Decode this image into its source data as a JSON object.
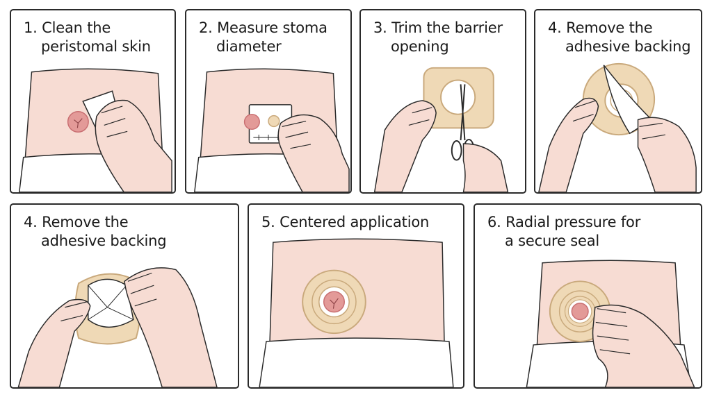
{
  "panels": [
    {
      "number": "1.",
      "title_line1": "Clean the",
      "title_line2": "peristomal skin"
    },
    {
      "number": "2.",
      "title_line1": "Measure stoma",
      "title_line2": "diameter"
    },
    {
      "number": "3.",
      "title_line1": "Trim the barrier",
      "title_line2": "opening"
    },
    {
      "number": "4.",
      "title_line1": "Remove the",
      "title_line2": "adhesive backing"
    },
    {
      "number": "4.",
      "title_line1": "Remove the",
      "title_line2": "adhesive backing"
    },
    {
      "number": "5.",
      "title_line1": "Centered application",
      "title_line2": ""
    },
    {
      "number": "6.",
      "title_line1": "Radial pressure for",
      "title_line2": "a secure seal"
    }
  ],
  "colors": {
    "skin": "#f7dcd3",
    "skin_shade": "#efc7bb",
    "stoma": "#e39a98",
    "stoma_dark": "#c96f72",
    "barrier": "#efd9b6",
    "barrier_edge": "#c9a97c",
    "outline": "#2a2a2a",
    "cloth": "#ffffff"
  }
}
